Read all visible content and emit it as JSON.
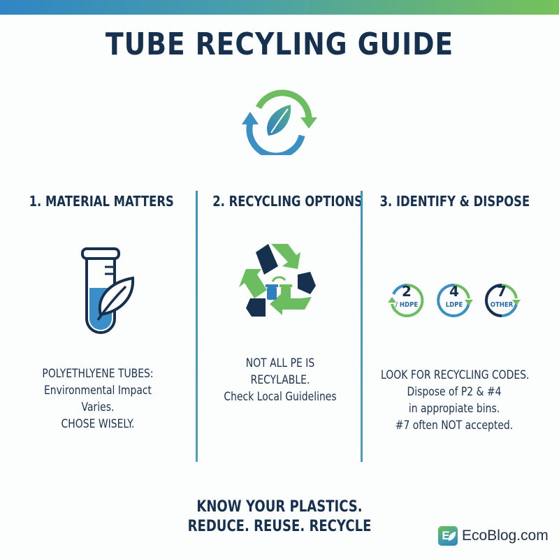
{
  "header": {
    "title": "TUBE RECYLING GUIDE",
    "gradient_colors": [
      "#2f86c3",
      "#77c25a"
    ]
  },
  "hero_icon": "recycle-arrows-leaf-icon",
  "columns": [
    {
      "heading": "1. MATERIAL MATTERS",
      "icon": "test-tube-leaf-icon",
      "body": [
        "POLYETHLYENE TUBES:",
        "Environmental Impact",
        "Varies.",
        "CHOSE WISELY."
      ]
    },
    {
      "heading": "2. RECYCLING OPTIONS",
      "icon": "recycle-bins-icon",
      "body": [
        "NOT ALL PE IS",
        "RECYLABLE.",
        "Check Local Guidelines"
      ]
    },
    {
      "heading": "3. IDENTIFY & DISPOSE",
      "icon": "recycling-codes-icon",
      "codes": [
        {
          "number": "2",
          "label": "/ HDPE"
        },
        {
          "number": "4",
          "label": "LDPE"
        },
        {
          "number": "7",
          "label": "OTHER"
        }
      ],
      "body": [
        "LOOK FOR RECYCLING CODES.",
        "Dispose of P2 & #4",
        "in appropiate bins.",
        "#7 often NOT accepted."
      ]
    }
  ],
  "footer": {
    "tagline_line1": "KNOW YOUR PLASTICS.",
    "tagline_line2": "REDUCE. REUSE. RECYCLE",
    "brand_letter": "E",
    "brand_name": "EcoBlog.com"
  },
  "colors": {
    "navy": "#16304f",
    "blue": "#2f86c3",
    "green": "#6cbd4f",
    "divider": "#3b93c4"
  }
}
